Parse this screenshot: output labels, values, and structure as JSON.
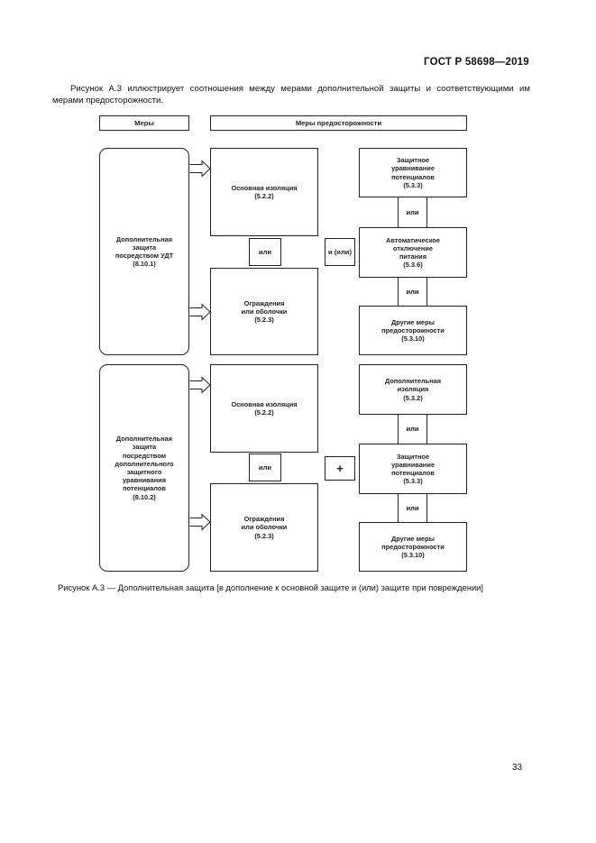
{
  "header": {
    "doc_code": "ГОСТ Р 58698—2019"
  },
  "intro_text": "Рисунок А.3 иллюстрирует соотношения между мерами дополнительной защиты и соответствующими им мерами предосторожности.",
  "diagram": {
    "header_measures": "Меры",
    "header_precautions": "Меры предосторожности",
    "group1": {
      "measure": "Дополнительная\nзащита\nпосредством УДТ\n(8.10.1)",
      "basic_insulation": "Основная изоляция\n(5.2.2)",
      "or_left": "или",
      "barriers": "Ограждения\nили оболочки\n(5.2.3)",
      "combine": "и (или)",
      "right_top": "Защитное\nуравнивание\nпотенциалов\n(5.3.3)",
      "or_1": "или",
      "right_mid": "Автоматическое\nотключение\nпитания\n(5.3.6)",
      "or_2": "или",
      "right_bottom": "Другие меры\nпредосторожности\n(5.3.10)"
    },
    "group2": {
      "measure": "Дополнительная\nзащита\nпосредством\nдополнительного\nзащитного\nуравнивания\nпотенциалов\n(8.10.2)",
      "basic_insulation": "Основная изоляция\n(5.2.2)",
      "or_left": "или",
      "barriers": "Ограждения\nили оболочки\n(5.2.3)",
      "combine": "+",
      "right_top": "Дополнительная\nизоляция\n(5.3.2)",
      "or_1": "или",
      "right_mid": "Защитное\nуравнивание\nпотенциалов\n(5.3.3)",
      "or_2": "или",
      "right_bottom": "Другие меры\nпредосторожности\n(5.3.10)"
    }
  },
  "caption": "Рисунок А.3 — Дополнительная защита [в дополнение к основной защите и (или) защите при повреждении]",
  "footer": {
    "page_number": "33"
  }
}
